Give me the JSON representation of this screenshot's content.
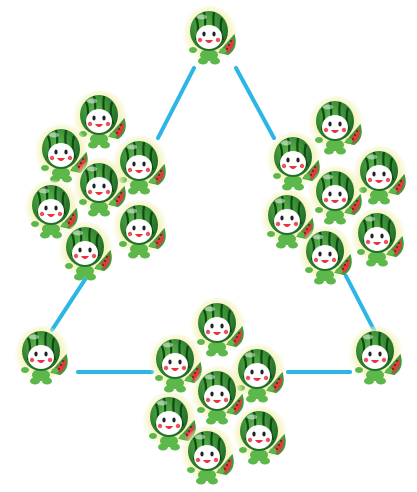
{
  "figure": {
    "colors": {
      "line": "#2bb6e6",
      "glow": "#f4f2b8",
      "rind_dark": "#1f6b26",
      "rind_light": "#5cb84a",
      "stripe": "#0f4a16",
      "face": "#ffffff",
      "cheek": "#e8323c",
      "eye": "#222222",
      "melon_red": "#e23b3b",
      "melon_rind": "#3f9a3a"
    },
    "corners": [
      {
        "name": "corner-top",
        "count": 1
      },
      {
        "name": "corner-bottom-left",
        "count": 1
      },
      {
        "name": "corner-bottom-right",
        "count": 1
      }
    ],
    "clusters": [
      {
        "name": "cluster-left-side",
        "count": 7
      },
      {
        "name": "cluster-right-side",
        "count": 7
      },
      {
        "name": "cluster-bottom-side",
        "count": 7
      }
    ]
  }
}
